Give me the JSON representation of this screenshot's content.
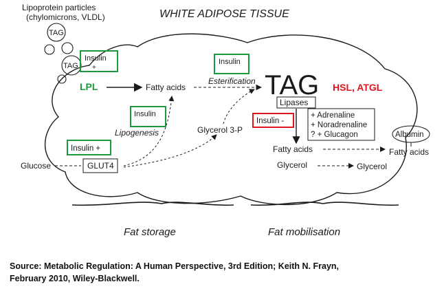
{
  "title": "WHITE ADIPOSE TISSUE",
  "lipoprotein": {
    "line1": "Lipoprotein particles",
    "line2": "(chylomicrons, VLDL)",
    "tag": "TAG"
  },
  "insulin_label": "Insulin",
  "insulin_plus": "Insulin +",
  "insulin_minus": "Insulin -",
  "lpl": "LPL",
  "fatty_acids": "Fatty acids",
  "esterification": "Esterification",
  "tag_big": "TAG",
  "hsl_atgl": "HSL, ATGL",
  "lipases": "Lipases",
  "hormones": [
    "+ Adrenaline",
    "+ Noradrenaline",
    "? + Glucagon"
  ],
  "lipogenesis": "Lipogenesis",
  "glycerol_3p": "Glycerol 3-P",
  "glucose": "Glucose",
  "glut4": "GLUT4",
  "glycerol": "Glycerol",
  "albumin": "Albumin",
  "fat_storage": "Fat storage",
  "fat_mobilisation": "Fat mobilisation",
  "source_line1": "Source: Metabolic Regulation: A Human Perspective, 3rd Edition; Keith N. Frayn,",
  "source_line2": "February 2010, Wiley-Blackwell.",
  "colors": {
    "highlight_green": "#1a9a3a",
    "highlight_red": "#e0141e",
    "ink": "#1a1a1a"
  }
}
